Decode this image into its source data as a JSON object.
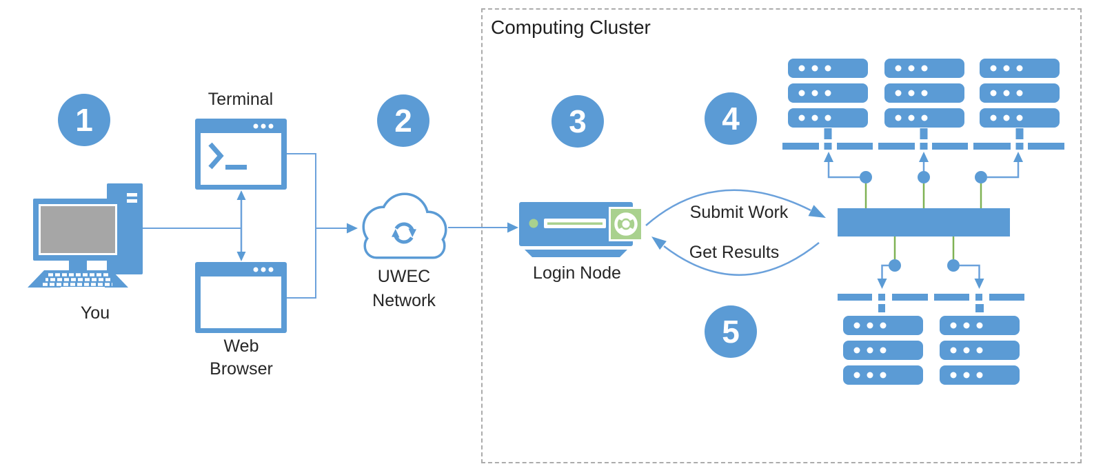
{
  "diagram": {
    "title": "Computing Cluster",
    "badges": [
      {
        "number": "1"
      },
      {
        "number": "2"
      },
      {
        "number": "3"
      },
      {
        "number": "4"
      },
      {
        "number": "5"
      }
    ],
    "labels": {
      "you": "You",
      "terminal": "Terminal",
      "web_browser_line1": "Web",
      "web_browser_line2": "Browser",
      "network_line1": "UWEC",
      "network_line2": "Network",
      "login_node": "Login Node",
      "submit_work": "Submit Work",
      "get_results": "Get Results"
    },
    "icons": [
      "desktop-computer-icon",
      "terminal-window-icon",
      "browser-window-icon",
      "bidirectional-arrow-icon",
      "network-cloud-icon",
      "sync-icon",
      "login-node-icon",
      "led-icon",
      "fan-icon",
      "server-rack-icon",
      "network-rail-icon",
      "cluster-switch-icon",
      "submit-work-arrow-icon",
      "get-results-arrow-icon"
    ],
    "colors": {
      "primary_blue": "#5b9bd5",
      "line_blue": "#6ba1db",
      "accent_green_light": "#a9d18e",
      "accent_green_line": "#7fb254",
      "screen_gray": "#a6a6a6",
      "dashed_border_gray": "#ababab",
      "text_color": "#262626",
      "background": "#ffffff"
    }
  }
}
